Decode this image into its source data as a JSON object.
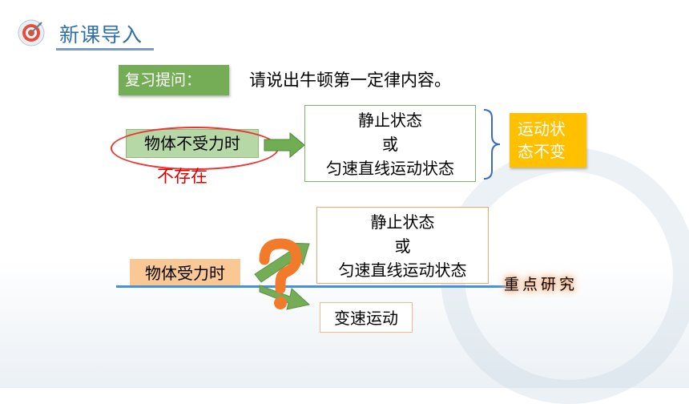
{
  "header": {
    "title": "新课导入",
    "icon": "target-icon"
  },
  "review": {
    "tag": "复习提问：",
    "question": "请说出牛顿第一定律内容。"
  },
  "no_force": {
    "label": "物体不受力时",
    "note": "不存在",
    "states": [
      "静止状态",
      "或",
      "匀速直线运动状态"
    ],
    "conclusion_line1": "运动状",
    "conclusion_line2": "态不变"
  },
  "with_force": {
    "label": "物体受力时",
    "states": [
      "静止状态",
      "或",
      "匀速直线运动状态"
    ],
    "variable": "变速运动",
    "key_point": "重点研究"
  },
  "colors": {
    "accent_blue": "#2f6fa8",
    "green": "#74ad55",
    "orange": "#f9c895",
    "yellow": "#ffc000",
    "red": "#e00000"
  }
}
